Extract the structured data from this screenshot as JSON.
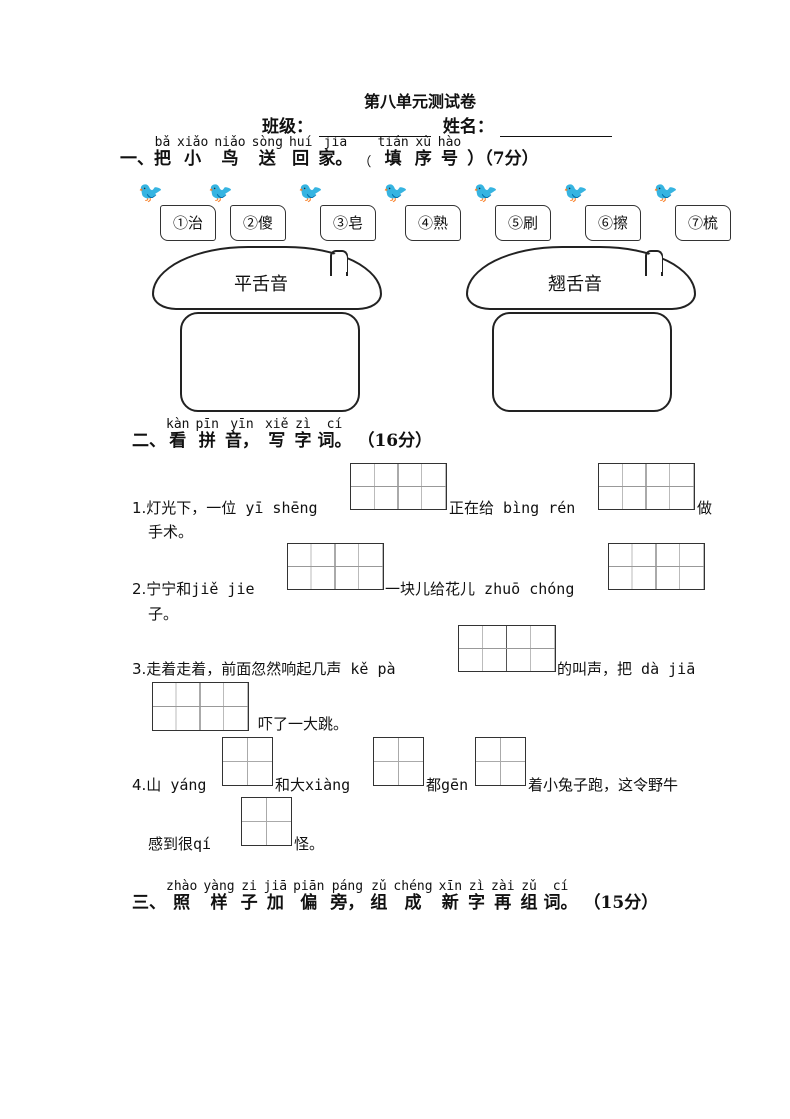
{
  "title": "第八单元测试卷",
  "class_label": "班级：",
  "name_label": "姓名：",
  "section1": {
    "number": "一、",
    "words": [
      [
        "bǎ",
        "把"
      ],
      [
        "xiǎo",
        "小"
      ],
      [
        "niǎo",
        "鸟"
      ],
      [
        "sòng",
        "送"
      ],
      [
        "huí",
        "回"
      ],
      [
        "jiā",
        "家。"
      ],
      [
        "（",
        ""
      ],
      [
        "tián",
        "填"
      ],
      [
        "xù",
        "序"
      ],
      [
        "hào",
        "号"
      ]
    ],
    "tail": "）（7分）",
    "tags": [
      "①治",
      "②傻",
      "③皂",
      "④熟",
      "⑤刷",
      "⑥擦",
      "⑦梳"
    ],
    "houses": [
      "平舌音",
      "翘舌音"
    ]
  },
  "section2": {
    "number": "二、",
    "words": [
      [
        "kàn",
        "看"
      ],
      [
        "pīn",
        "拼"
      ],
      [
        "yīn",
        "音，"
      ],
      [
        "xiě",
        "写"
      ],
      [
        "zì",
        "字"
      ],
      [
        "cí",
        "词。"
      ]
    ],
    "tail": "（16分）",
    "q1": {
      "a": "1.灯光下，一位",
      "p1": "yī shēng",
      "b": "正在给",
      "p2": "bìng rén",
      "c": "做",
      "d": "手术。"
    },
    "q2": {
      "a": "2.宁宁和",
      "p1": "jiě jie",
      "b": "一块儿给花儿",
      "p2": "zhuō chóng",
      "d": "子。"
    },
    "q3": {
      "a": "3.走着走着，前面忽然响起几声",
      "p1": "kě pà",
      "b": "的叫声，把",
      "p2": "dà jiā",
      "d": "吓了一大跳。"
    },
    "q4": {
      "a": "4.山",
      "p1": "yáng",
      "b": "和大",
      "p2": "xiàng",
      "c": "都",
      "p3": "gēn",
      "e": "着小兔子跑，这令野牛",
      "f": "感到很",
      "p4": "qí",
      "g": "怪。"
    }
  },
  "section3": {
    "number": "三、",
    "words": [
      [
        "zhào",
        "照"
      ],
      [
        "yàng",
        "样"
      ],
      [
        "zi",
        "子"
      ],
      [
        "jiā",
        "加"
      ],
      [
        "piān",
        "偏"
      ],
      [
        "páng",
        "旁，"
      ],
      [
        "zǔ",
        "组"
      ],
      [
        "chéng",
        "成"
      ],
      [
        "xīn",
        "新"
      ],
      [
        "zì",
        "字"
      ],
      [
        "zài",
        "再"
      ],
      [
        "zǔ",
        "组"
      ],
      [
        "cí",
        "词。"
      ]
    ],
    "tail": "（15分）"
  }
}
